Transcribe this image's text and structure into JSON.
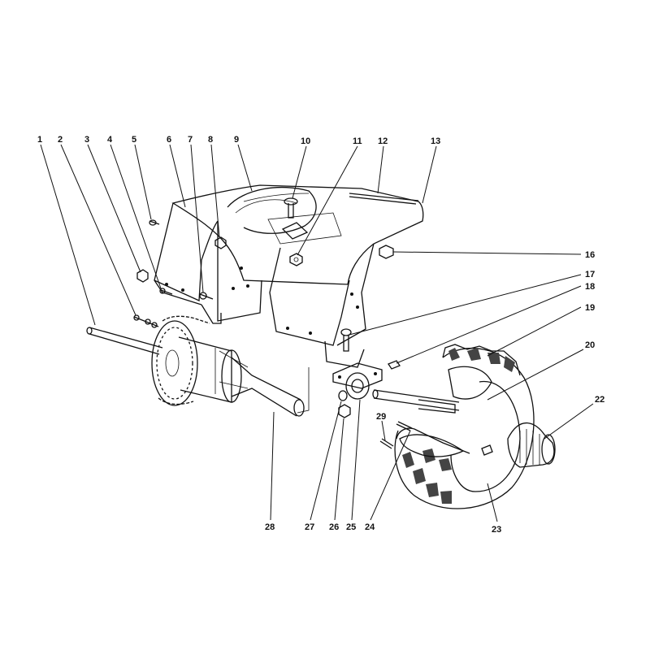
{
  "callouts": [
    {
      "label": "1"
    },
    {
      "label": "2"
    },
    {
      "label": "3"
    },
    {
      "label": "4"
    },
    {
      "label": "5"
    },
    {
      "label": "6"
    },
    {
      "label": "7"
    },
    {
      "label": "8"
    },
    {
      "label": "9"
    },
    {
      "label": "10"
    },
    {
      "label": "11"
    },
    {
      "label": "12"
    },
    {
      "label": "13"
    },
    {
      "label": "16"
    },
    {
      "label": "17"
    },
    {
      "label": "18"
    },
    {
      "label": "19"
    },
    {
      "label": "20"
    },
    {
      "label": "22"
    },
    {
      "label": "23"
    },
    {
      "label": "24"
    },
    {
      "label": "25"
    },
    {
      "label": "26"
    },
    {
      "label": "27"
    },
    {
      "label": "28"
    },
    {
      "label": "29"
    }
  ]
}
